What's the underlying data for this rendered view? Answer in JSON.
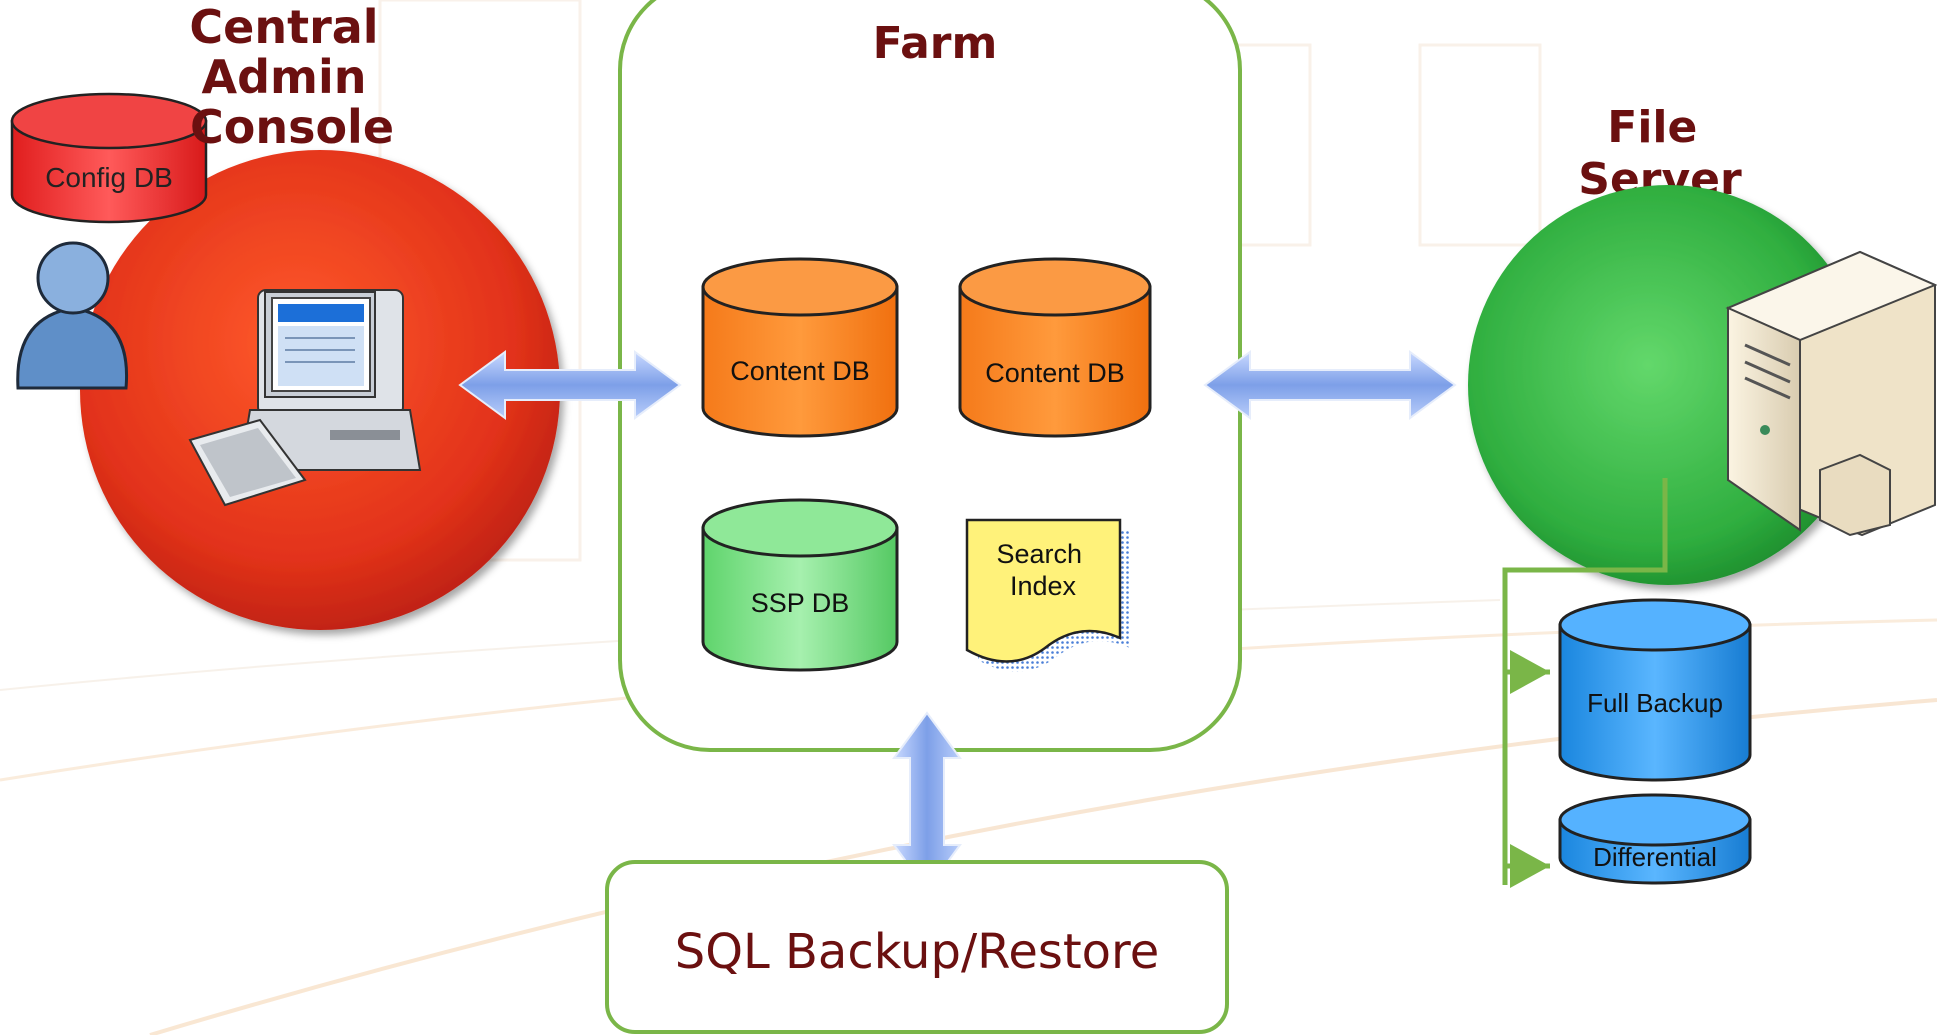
{
  "colors": {
    "title_text": "#6b1010",
    "farm_border": "#7ab648",
    "central_circle": "#e8361a",
    "file_server_circle": "#3fb34f",
    "content_db": "#f77d1c",
    "ssp_db": "#7ee08a",
    "config_db": "#ee2a2a",
    "backup_db": "#1f8fe6",
    "arrow": "#8fb0ee"
  },
  "central_admin": {
    "title_lines": [
      "Central",
      "Admin",
      "Console"
    ],
    "config_db_label": "Config DB",
    "icons": [
      "user-icon",
      "computer-icon"
    ]
  },
  "farm": {
    "title": "Farm",
    "content_db_1": "Content DB",
    "content_db_2": "Content DB",
    "ssp_db": "SSP DB",
    "search_index_lines": [
      "Search",
      "Index"
    ]
  },
  "file_server": {
    "title_lines": [
      "File",
      "Server"
    ],
    "full_backup": "Full Backup",
    "differential": "Differential",
    "icons": [
      "server-icon"
    ]
  },
  "sql": {
    "label": "SQL Backup/Restore"
  }
}
